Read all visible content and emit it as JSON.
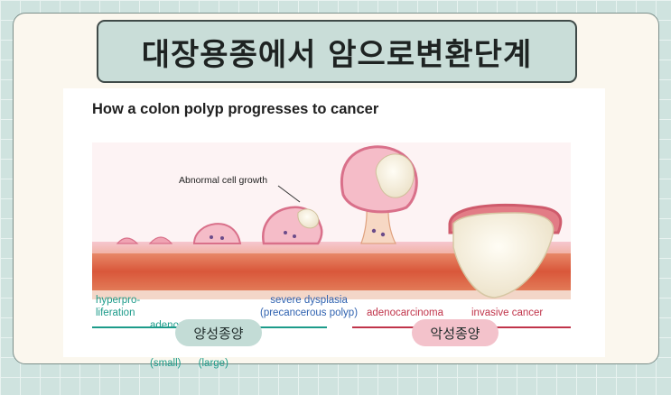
{
  "slide_title": "대장용종에서 암으로변환단계",
  "figure": {
    "heading": "How a colon polyp progresses to cancer",
    "annotation": "Abnormal cell growth",
    "stages": [
      {
        "line1": "hyperpro-",
        "line2": "liferation",
        "color": "#1c9b8a"
      },
      {
        "line1": "adenomatous polyps",
        "line2": "(small)      (large)",
        "color": "#1c9b8a"
      },
      {
        "line1": "severe dysplasia",
        "line2": "(precancerous polyp)",
        "color": "#2f62b0"
      },
      {
        "line1": "adenocarcinoma",
        "line2": "",
        "color": "#c0344a"
      },
      {
        "line1": "invasive cancer",
        "line2": "",
        "color": "#c0344a"
      }
    ]
  },
  "groups": {
    "benign": {
      "label": "양성종양",
      "color": "#1c9b8a"
    },
    "malignant": {
      "label": "악성종양",
      "color": "#c0344a"
    }
  }
}
